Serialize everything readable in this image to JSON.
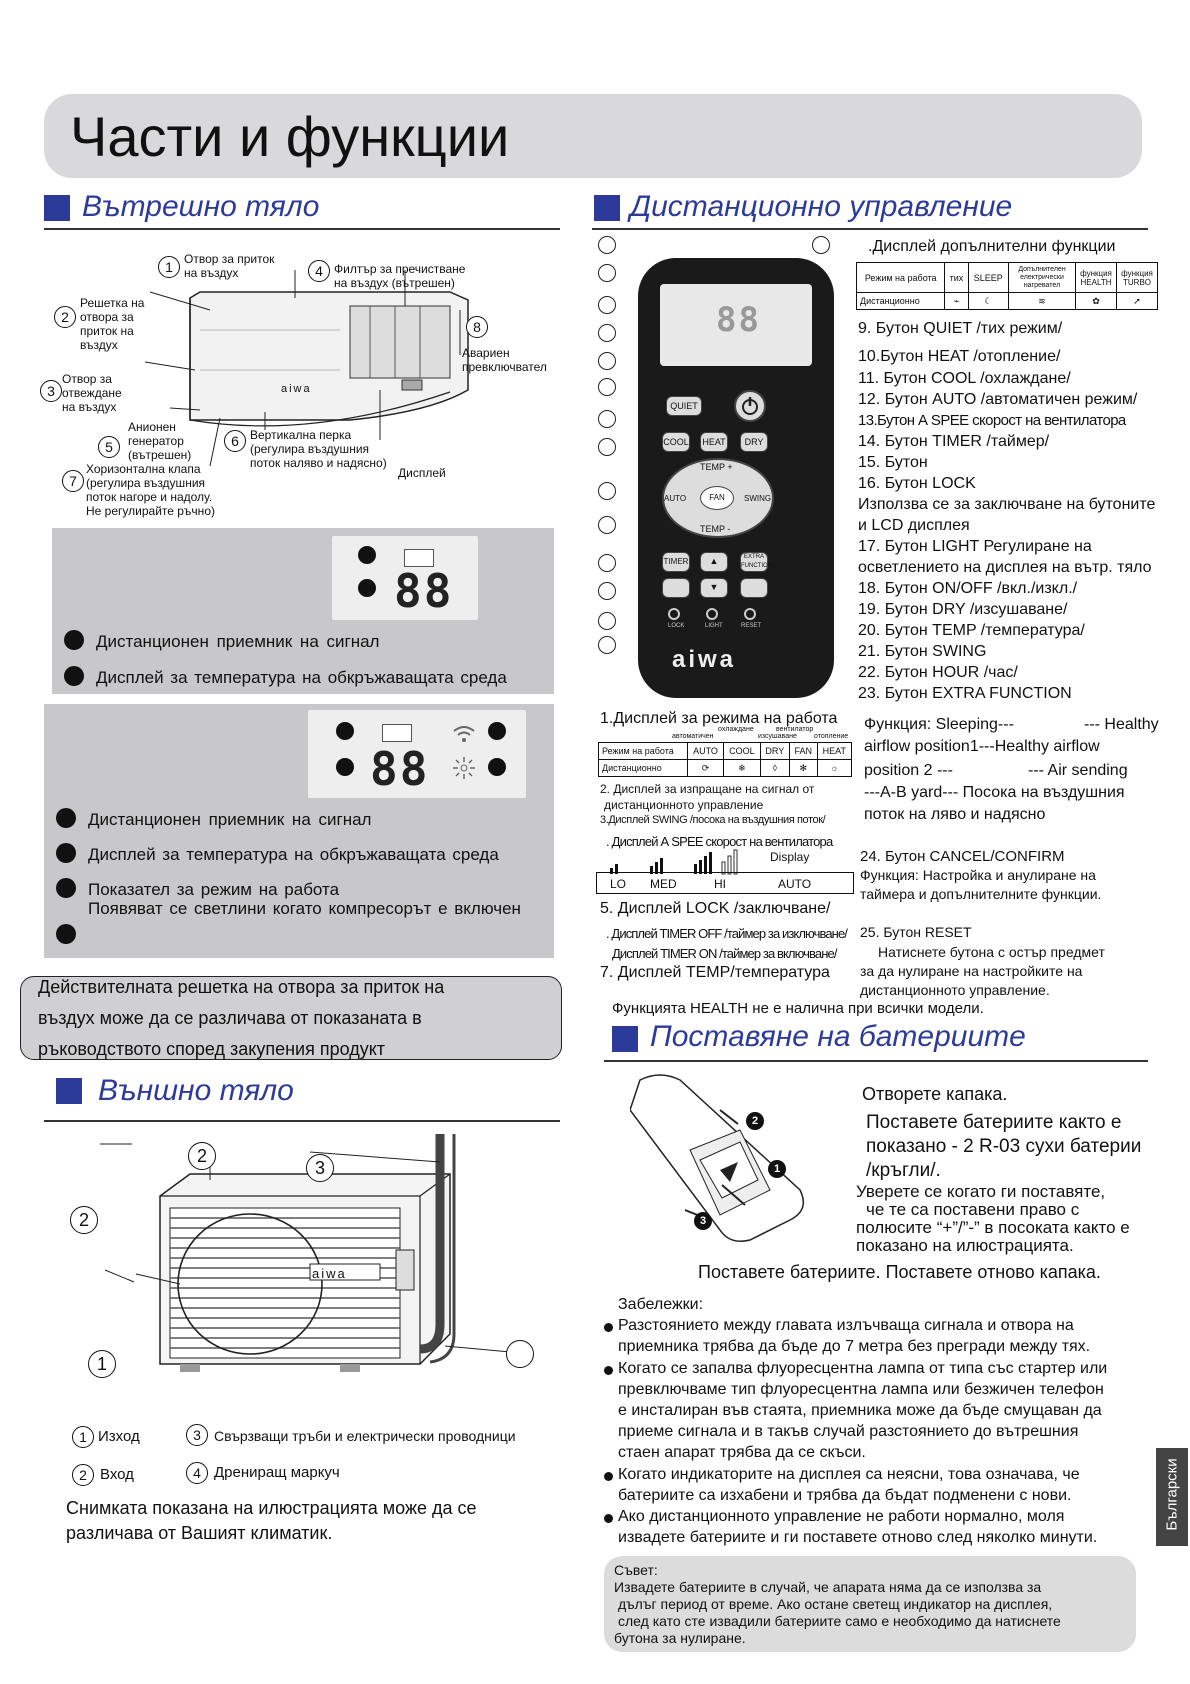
{
  "title": "Части и функции",
  "indoor": {
    "heading": "Вътрешно тяло",
    "labels": [
      {
        "n": "1",
        "text": "Отвор за приток\nна въздух"
      },
      {
        "n": "4",
        "text": "Филтър за пречистване\nна въздух (вътрешен)"
      },
      {
        "n": "2",
        "text": "Решетка на\nотвора за\nприток на\nвъздух"
      },
      {
        "n": "8",
        "text": "Авариен\nпревключвател"
      },
      {
        "n": "3",
        "text": "Отвор за\nотвеждане\nна въздух"
      },
      {
        "n": "5",
        "text": "Анионен\nгенератор\n(вътрешен)"
      },
      {
        "n": "6",
        "text": "Вертикална перка\n(регулира въздушния\nпоток наляво и надясно)"
      },
      {
        "n": "7",
        "text": "Хоризонтална клапа\n(регулира въздушния\nпоток нагоре и надолу.\nНе регулирайте ръчно)"
      }
    ],
    "display_label": "Дисплей",
    "brand": "aiwa",
    "panel1": {
      "lcd": "88",
      "items": [
        "Дистанционен приемник на сигнал",
        "Дисплей за температура на обкръжаващата среда"
      ]
    },
    "panel2": {
      "lcd": "88",
      "items": [
        "Дистанционен приемник на сигнал",
        "Дисплей за температура на обкръжаващата среда",
        "Показател за режим на работа",
        "Появяват се светлини когато компресорът е включен"
      ]
    },
    "note": "Действителната решетка на отвора за приток на\nвъздух може да се различава от показаната в\nръководството според закупения продукт"
  },
  "outdoor": {
    "heading": "Външно тяло",
    "brand": "aiwa",
    "legend": [
      {
        "n": "1",
        "text": "Изход"
      },
      {
        "n": "3",
        "text": "Свързващи тръби и електрически проводници"
      },
      {
        "n": "2",
        "text": "Вход"
      },
      {
        "n": "4",
        "text": "Дрениращ маркуч"
      }
    ],
    "caption": "Снимката показана на илюстрацията може да се\nразличава от Вашият климатик."
  },
  "remote": {
    "heading": "Дистанционно управление",
    "brand": "aiwa",
    "buttons": {
      "quiet": "QUIET",
      "cool": "COOL",
      "heat": "HEAT",
      "dry": "DRY",
      "temp_plus": "TEMP +",
      "temp_minus": "TEMP -",
      "auto": "AUTO",
      "fan": "FAN",
      "swing": "SWING",
      "timer": "TIMER",
      "extra": "EXTRA FUNCTION",
      "lock": "LOCK",
      "light": "LIGHT",
      "reset": "RESET"
    },
    "extra_heading": ".Дисплей допълнителни функции",
    "extra_table": {
      "row1": [
        "Режим на работа",
        "тих",
        "SLEEP",
        "Допълнителен електрически нагревател",
        "функция HEALTH",
        "функция TURBO"
      ],
      "row2_label": "Дистанционно"
    },
    "list_right": [
      "9. Бутон QUIET /тих режим/",
      "10.Бутон HEAT /отопление/",
      "11. Бутон COOL /охлаждане/",
      "12. Бутон AUTO /автоматичен режим/",
      "13.Бутон А SPEE скорост на вентилатора",
      "14. Бутон TIMER /таймер/",
      "15. Бутон",
      "16. Бутон LOCK",
      "Използва се за заключване на бутоните",
      "и LCD дисплея",
      "17. Бутон LIGHT Регулиране на",
      "осветлението на дисплея на вътр. тяло",
      "18. Бутон ON/OFF /вкл./изкл./",
      "19. Бутон DRY /изсушаване/",
      "20. Бутон TEMP /температура/",
      "21. Бутон SWING",
      "22. Бутон HOUR /час/",
      "23. Бутон EXTRA FUNCTION"
    ],
    "mode_heading": "1.Дисплей за режима на работа",
    "mode_sub": [
      "охлаждане",
      "вентилатор",
      "автоматичен",
      "изсушаване",
      "отопление"
    ],
    "mode_table": {
      "row1": [
        "Режим на работа",
        "AUTO",
        "COOL",
        "DRY",
        "FAN",
        "HEAT"
      ],
      "row2_label": "Дистанционно"
    },
    "left_lines": [
      "2. Дисплей за изпращане на сигнал от",
      "дистанционното управление",
      "3.Дисплей SWING /посока на въздушния поток/",
      ". Дисплей А SPEE скорост на вентилатора"
    ],
    "speed_display": "Display",
    "speed_labels": [
      "LO",
      "MED",
      "HI",
      "AUTO"
    ],
    "lock_line": "5. Дисплей LOCK /заключване/",
    "timer_off": ". Дисплей TIMER OFF /таймер за изключване/",
    "timer_on": "Дисплей TIMER ON /таймер за включване/",
    "temp_line": "7. Дисплей TEMP/температура",
    "function_lines": [
      "Функция: Sleeping---",
      "--- Healthy",
      "airflow position1---Healthy airflow",
      "position 2 ---",
      "--- Air sending",
      "---A-B yard--- Посока на въздушния",
      "поток на ляво и надясно"
    ],
    "cancel_lines": [
      "24. Бутон CANCEL/CONFIRM",
      "Функция: Настройка и анулиране на",
      "таймера и допълнителните функции."
    ],
    "reset_lines": [
      "25. Бутон RESET",
      "Натиснете бутона с остър предмет",
      "за да нулиране на настройките на",
      "дистанционното управление."
    ],
    "health_note": "Функцията HEALTH не е налична при всички модели."
  },
  "batteries": {
    "heading": "Поставяне на батериите",
    "lines": [
      "Отворете капака.",
      "Поставете батериите както е",
      "показано - 2 R-03 сухи батерии",
      "/кръгли/.",
      "Уверете се когато ги поставяте,",
      "че те са поставени право с",
      "полюсите “+”/”-” в посоката както е",
      "показано на илюстрацията."
    ],
    "bottom": "Поставете батериите. Поставете отново капака.",
    "notes_title": "Забележки:",
    "notes": [
      [
        "Разстоянието между главата излъчваща сигнала и отвора на",
        "приемника трябва да бъде до 7 метра без прегради между тях."
      ],
      [
        "Когато се запалва флуоресцентна лампа от типа със стартер или",
        "превключваме тип флуоресцентна лампа или безжичен телефон",
        "е инсталиран във стаята, приемника може да бъде смущаван да",
        "приеме сигнала и в такъв случай разстоянието до вътрешния",
        "стаен апарат трябва да се скъси."
      ],
      [
        "Когато индикаторите на дисплея са неясни, това означава, че",
        "батериите са изхабени и трябва да бъдат подменени с нови."
      ],
      [
        "Ако дистанционното управление не работи нормално, моля",
        "извадете батериите и ги поставете отново след няколко минути."
      ]
    ],
    "advice_title": "Съвет:",
    "advice": [
      "Извадете батериите в случай, че апарата няма да се използва за",
      "дълъг период от време. Ако остане светещ индикатор на дисплея,",
      "след като сте извадили батериите само е необходимо да натиснете",
      "бутона за нулиране."
    ]
  },
  "side_tab": "Български",
  "colors": {
    "accent": "#2c3b9a",
    "panel": "#c8c8ca",
    "title_bg": "#d9d9db"
  }
}
